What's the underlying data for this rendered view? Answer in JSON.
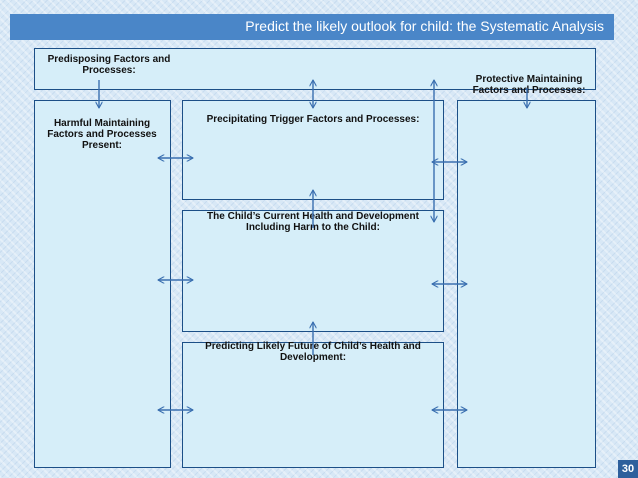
{
  "header": {
    "title": "Predict the likely outlook for child: the Systematic Analysis"
  },
  "boxes": {
    "predisposing": "Predisposing Factors and Processes:",
    "protective": "Protective Maintaining Factors and Processes:",
    "harmful": "Harmful Maintaining Factors and Processes Present:",
    "precipitating": "Precipitating  Trigger Factors and Processes:",
    "current_health": "The Child’s Current Health and Development Including Harm to the Child:",
    "predicting": "Predicting Likely Future of Child’s Health and Development:"
  },
  "footer": {
    "page_number": "30"
  },
  "colors": {
    "title_bar": "#4a86c8",
    "box_fill": "#d6eef9",
    "box_border": "#1c4f87",
    "arrow": "#3a6fb0"
  }
}
